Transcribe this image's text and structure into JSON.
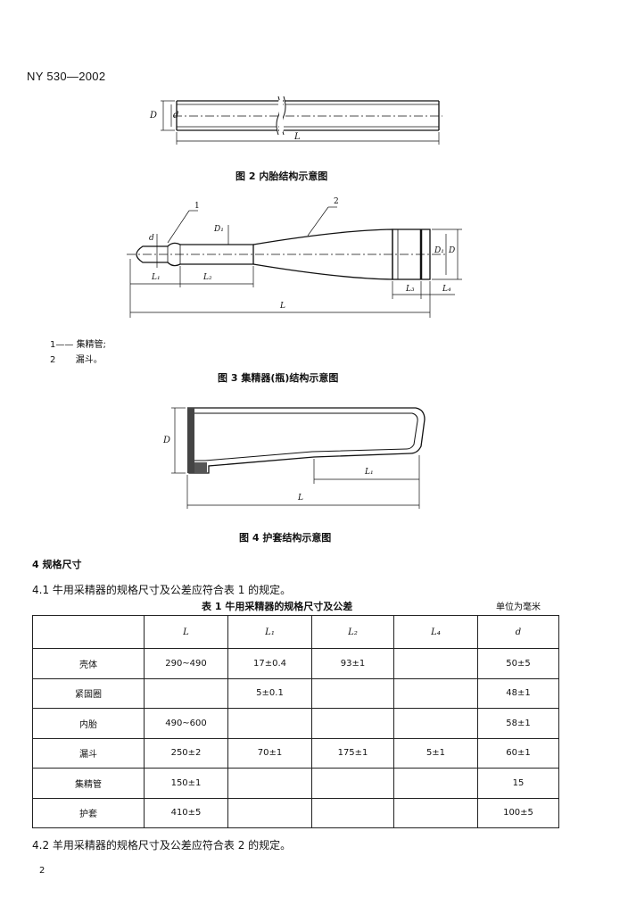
{
  "header": {
    "standard_no": "NY 530—2002"
  },
  "figures": {
    "fig2": {
      "caption": "图 2   内胎结构示意图",
      "labels": {
        "D": "D",
        "d": "d",
        "L": "L"
      }
    },
    "fig3": {
      "caption": "图 3   集精器(瓶)结构示意图",
      "labels": {
        "callout1": "1",
        "callout2": "2",
        "d": "d",
        "D1": "D₁",
        "D1_right": "D₁",
        "D": "D",
        "L1": "L₁",
        "L2": "L₂",
        "L3": "L₃",
        "L4": "L₄",
        "L": "L"
      },
      "legend": [
        {
          "num": "1——",
          "text": "集精管;"
        },
        {
          "num": "2",
          "text": "漏斗。"
        }
      ]
    },
    "fig4": {
      "caption": "图 4   护套结构示意图",
      "labels": {
        "D": "D",
        "L1": "L₁",
        "L": "L"
      }
    }
  },
  "section4": {
    "heading": "4   规格尺寸",
    "clause_4_1": "4.1   牛用采精器的规格尺寸及公差应符合表 1 的规定。",
    "clause_4_2": "4.2   羊用采精器的规格尺寸及公差应符合表 2 的规定。"
  },
  "table1": {
    "title": "表 1   牛用采精器的规格尺寸及公差",
    "unit": "单位为毫米",
    "columns": [
      "",
      "L",
      "L₁",
      "L₂",
      "L₄",
      "d"
    ],
    "rows": [
      [
        "壳体",
        "290~490",
        "17±0.4",
        "93±1",
        "",
        "50±5"
      ],
      [
        "紧固圈",
        "",
        "5±0.1",
        "",
        "",
        "48±1"
      ],
      [
        "内胎",
        "490~600",
        "",
        "",
        "",
        "58±1"
      ],
      [
        "漏斗",
        "250±2",
        "70±1",
        "175±1",
        "5±1",
        "60±1"
      ],
      [
        "集精管",
        "150±1",
        "",
        "",
        "",
        "15"
      ],
      [
        "护套",
        "410±5",
        "",
        "",
        "",
        "100±5"
      ]
    ]
  },
  "page_number": "2"
}
